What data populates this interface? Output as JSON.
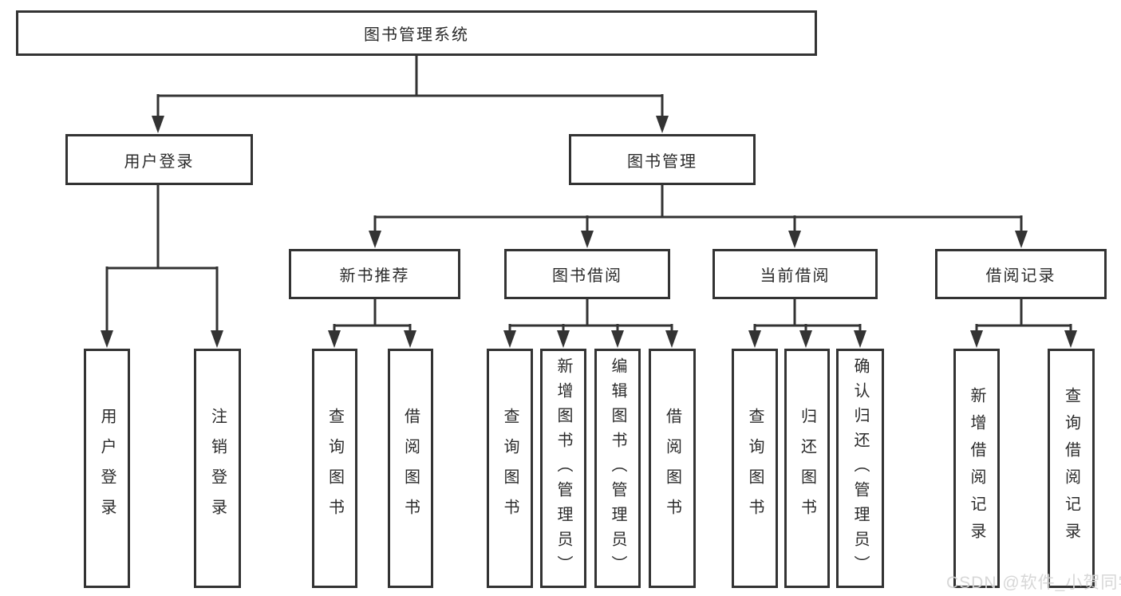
{
  "tree": {
    "root_label": "图书管理系统",
    "branches": [
      {
        "label": "用户登录",
        "leaves": [
          "用户登录",
          "注销登录"
        ]
      },
      {
        "label": "图书管理",
        "sections": [
          {
            "label": "新书推荐",
            "leaves": [
              "查询图书",
              "借阅图书"
            ]
          },
          {
            "label": "图书借阅",
            "leaves": [
              "查询图书",
              "新增图书（管理员）",
              "编辑图书（管理员）",
              "借阅图书"
            ]
          },
          {
            "label": "当前借阅",
            "leaves": [
              "查询图书",
              "归还图书",
              "确认归还（管理员）"
            ]
          },
          {
            "label": "借阅记录",
            "leaves": [
              "新增借阅记录",
              "查询借阅记录"
            ]
          }
        ]
      }
    ]
  },
  "watermark": "CSDN @软件_小贺同学",
  "colors": {
    "line": "#333333",
    "box_border": "#333333",
    "text": "#2b2b2b",
    "watermark": "#d5d5d5",
    "background": "#ffffff"
  }
}
